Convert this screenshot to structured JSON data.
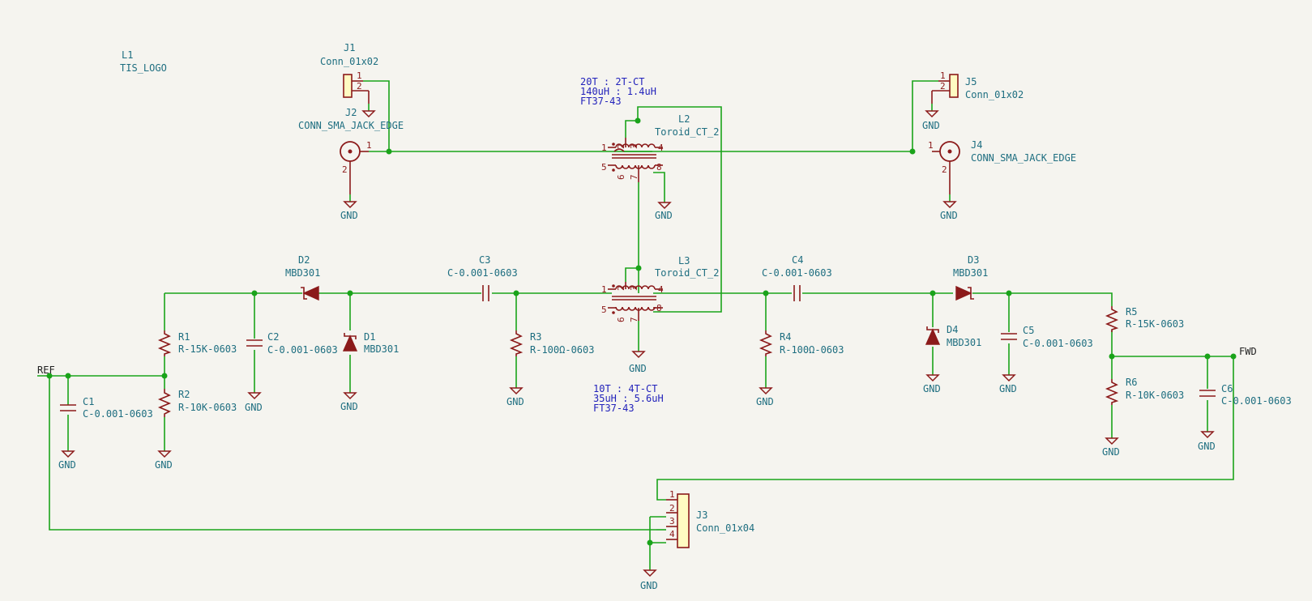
{
  "logo": {
    "ref": "L1",
    "value": "TIS_LOGO"
  },
  "j1": {
    "ref": "J1",
    "value": "Conn_01x02",
    "pin1": "1",
    "pin2": "2"
  },
  "j2": {
    "ref": "J2",
    "value": "CONN_SMA_JACK_EDGE",
    "pin1": "1",
    "pin2": "2",
    "gnd": "GND"
  },
  "j4": {
    "ref": "J4",
    "value": "CONN_SMA_JACK_EDGE",
    "pin1": "1",
    "pin2": "2",
    "gnd": "GND"
  },
  "j5": {
    "ref": "J5",
    "value": "Conn_01x02",
    "pin1": "1",
    "pin2": "2",
    "gnd": "GND"
  },
  "l2": {
    "ref": "L2",
    "value": "Toroid_CT_2",
    "gnd": "GND",
    "pins": [
      "1",
      "2",
      "3",
      "4",
      "5",
      "6",
      "7",
      "8"
    ],
    "note1": "20T : 2T-CT",
    "note2": "140uH : 1.4uH",
    "note3": "FT37-43"
  },
  "l3": {
    "ref": "L3",
    "value": "Toroid_CT_2",
    "gnd": "GND",
    "pins": [
      "1",
      "2",
      "3",
      "4",
      "5",
      "6",
      "7",
      "8"
    ],
    "note1": "10T : 4T-CT",
    "note2": "35uH : 5.6uH",
    "note3": "FT37-43"
  },
  "d1": {
    "ref": "D1",
    "value": "MBD301",
    "gnd": "GND"
  },
  "d2": {
    "ref": "D2",
    "value": "MBD301"
  },
  "d3": {
    "ref": "D3",
    "value": "MBD301"
  },
  "d4": {
    "ref": "D4",
    "value": "MBD301",
    "gnd": "GND"
  },
  "c1": {
    "ref": "C1",
    "value": "C-0.001-0603",
    "gnd": "GND"
  },
  "c2": {
    "ref": "C2",
    "value": "C-0.001-0603",
    "gnd": "GND"
  },
  "c3": {
    "ref": "C3",
    "value": "C-0.001-0603"
  },
  "c4": {
    "ref": "C4",
    "value": "C-0.001-0603"
  },
  "c5": {
    "ref": "C5",
    "value": "C-0.001-0603",
    "gnd": "GND"
  },
  "c6": {
    "ref": "C6",
    "value": "C-0.001-0603",
    "gnd": "GND"
  },
  "r1": {
    "ref": "R1",
    "value": "R-15K-0603"
  },
  "r2": {
    "ref": "R2",
    "value": "R-10K-0603",
    "gnd": "GND"
  },
  "r3": {
    "ref": "R3",
    "value": "R-100Ω-0603",
    "gnd": "GND"
  },
  "r4": {
    "ref": "R4",
    "value": "R-100Ω-0603",
    "gnd": "GND"
  },
  "r5": {
    "ref": "R5",
    "value": "R-15K-0603"
  },
  "r6": {
    "ref": "R6",
    "value": "R-10K-0603",
    "gnd": "GND"
  },
  "j3": {
    "ref": "J3",
    "value": "Conn_01x04",
    "pins": [
      "1",
      "2",
      "3",
      "4"
    ],
    "gnd": "GND"
  },
  "nets": {
    "ref": "REF",
    "fwd": "FWD"
  },
  "colors": {
    "background": "#f5f4ef",
    "wire": "#1aa31a",
    "symbol": "#8b1a1a",
    "label": "#1e6e80",
    "note": "#2222bb",
    "connector_fill": "#fffbc2"
  }
}
